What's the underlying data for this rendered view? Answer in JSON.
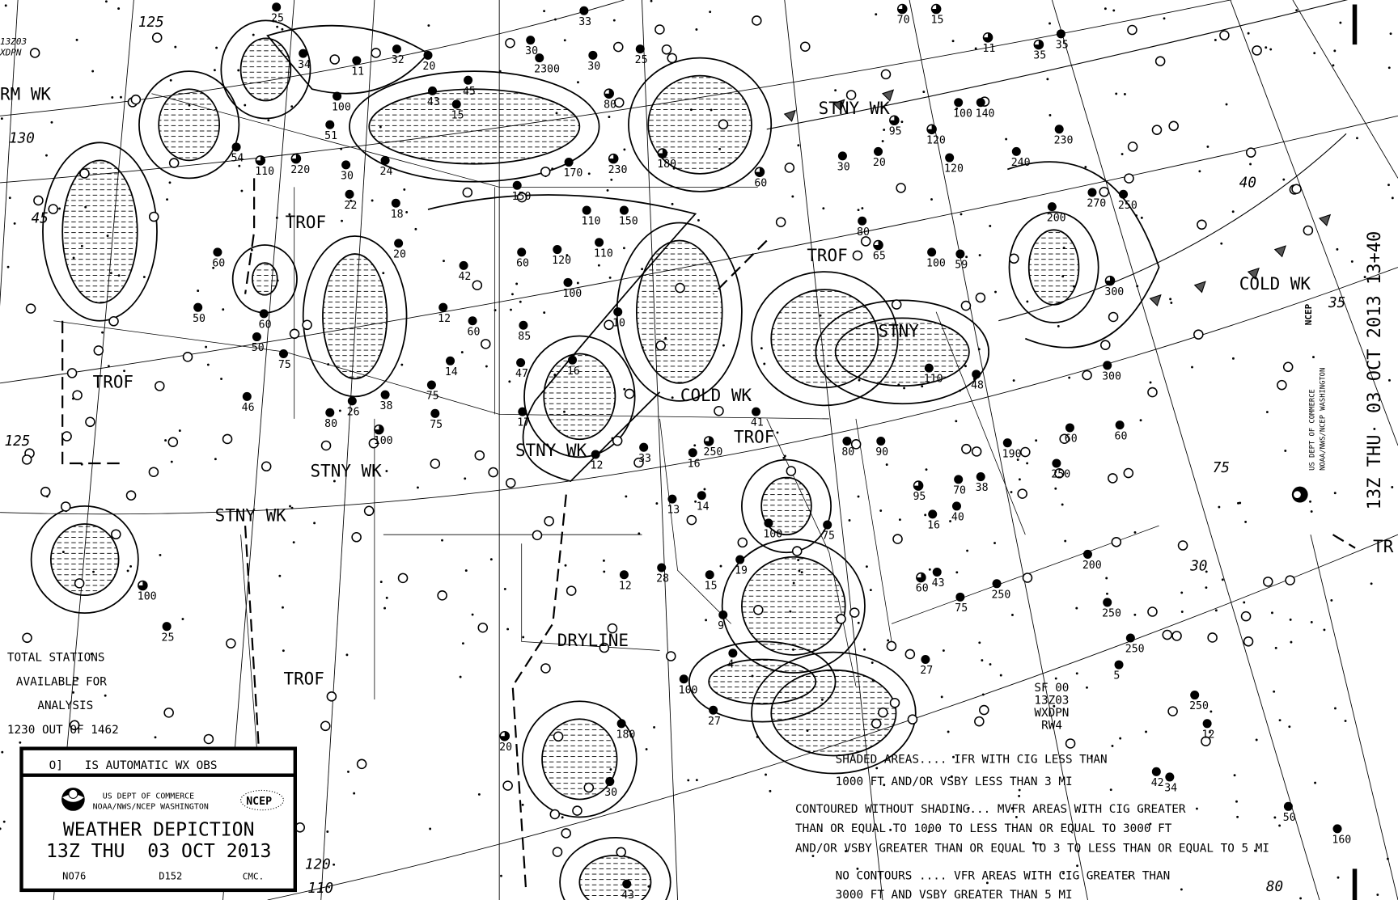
{
  "colors": {
    "ink": "#000000",
    "paper": "#ffffff"
  },
  "title_box": {
    "legend_symbol": "O]",
    "legend_text": "IS AUTOMATIC WX OBS",
    "agency_line1": "US DEPT OF COMMERCE",
    "agency_line2": "NOAA/NWS/NCEP WASHINGTON",
    "ncep_logo": "NCEP",
    "title": "WEATHER DEPICTION",
    "valid": "13Z THU  03 OCT 2013",
    "code_left": "NO76",
    "code_mid": "D152",
    "code_right": "CMC."
  },
  "stations_note": [
    "TOTAL STATIONS",
    "AVAILABLE FOR",
    "ANALYSIS",
    "1230 OUT OF 1462"
  ],
  "product_id": [
    "SF 00",
    "13Z03",
    "WXDPN",
    "RW4"
  ],
  "explanation": [
    "SHADED AREAS.... IFR WITH CIG LESS THAN",
    "1000 FT AND/OR VSBY LESS THAN 3 MI",
    "CONTOURED WITHOUT SHADING... MVFR AREAS WITH CIG GREATER",
    "THAN OR EQUAL TO 1000 TO LESS THAN OR EQUAL TO 3000 FT",
    "AND/OR VSBY GREATER THAN OR EQUAL TO 3 TO LESS THAN OR EQUAL TO 5 MI",
    "NO CONTOURS .... VFR AREAS WITH CIG GREATER THAN",
    "3000 FT AND VSBY GREATER THAN 5 MI"
  ],
  "side_stamp": {
    "valid": "13Z THU  03 OCT 2013 13+40",
    "agency_line1": "US DEPT OF COMMERCE",
    "agency_line2": "NOAA/NWS/NCEP WASHINGTON",
    "ncep_logo": "NCEP"
  },
  "front_labels": [
    "RM WK",
    "STNY WK",
    "TROF",
    "TROF",
    "TROF",
    "COLD WK",
    "STNY",
    "COLD WK",
    "TROF",
    "STNY WK",
    "STNY WK",
    "STNY WK",
    "DRYLINE",
    "TROF",
    "TR"
  ],
  "grid_labels": [
    "125",
    "130",
    "45",
    "125",
    "120",
    "110",
    "40",
    "35",
    "30",
    "75",
    "80",
    "13Z03",
    "XDPN"
  ],
  "stations": [
    {
      "value": "25",
      "cover": "overcast"
    },
    {
      "value": "33",
      "cover": "overcast"
    },
    {
      "value": "70",
      "cover": "broken"
    },
    {
      "value": "15",
      "cover": "broken"
    },
    {
      "value": "34",
      "cover": "overcast"
    },
    {
      "value": "11",
      "cover": "overcast"
    },
    {
      "value": "32",
      "cover": "overcast"
    },
    {
      "value": "20",
      "cover": "overcast"
    },
    {
      "value": "45",
      "cover": "overcast"
    },
    {
      "value": "30",
      "cover": "overcast"
    },
    {
      "value": "2300",
      "cover": "overcast"
    },
    {
      "value": "30",
      "cover": "overcast"
    },
    {
      "value": "25",
      "cover": "overcast"
    },
    {
      "value": "11",
      "cover": "broken"
    },
    {
      "value": "35",
      "cover": "broken"
    },
    {
      "value": "35",
      "cover": "overcast"
    },
    {
      "value": "100",
      "cover": "overcast"
    },
    {
      "value": "51",
      "cover": "overcast"
    },
    {
      "value": "43",
      "cover": "overcast"
    },
    {
      "value": "15",
      "cover": "overcast"
    },
    {
      "value": "80",
      "cover": "broken"
    },
    {
      "value": "100",
      "cover": "overcast"
    },
    {
      "value": "140",
      "cover": "overcast"
    },
    {
      "value": "95",
      "cover": "broken"
    },
    {
      "value": "120",
      "cover": "broken"
    },
    {
      "value": "230",
      "cover": "overcast"
    },
    {
      "value": "54",
      "cover": "overcast"
    },
    {
      "value": "110",
      "cover": "broken"
    },
    {
      "value": "220",
      "cover": "broken"
    },
    {
      "value": "30",
      "cover": "overcast"
    },
    {
      "value": "24",
      "cover": "overcast"
    },
    {
      "value": "170",
      "cover": "overcast"
    },
    {
      "value": "230",
      "cover": "broken"
    },
    {
      "value": "180",
      "cover": "broken"
    },
    {
      "value": "30",
      "cover": "overcast"
    },
    {
      "value": "20",
      "cover": "overcast"
    },
    {
      "value": "120",
      "cover": "overcast"
    },
    {
      "value": "240",
      "cover": "overcast"
    },
    {
      "value": "22",
      "cover": "overcast"
    },
    {
      "value": "18",
      "cover": "overcast"
    },
    {
      "value": "150",
      "cover": "overcast"
    },
    {
      "value": "110",
      "cover": "overcast"
    },
    {
      "value": "150",
      "cover": "overcast"
    },
    {
      "value": "60",
      "cover": "broken"
    },
    {
      "value": "270",
      "cover": "overcast"
    },
    {
      "value": "250",
      "cover": "overcast"
    },
    {
      "value": "200",
      "cover": "overcast"
    },
    {
      "value": "60",
      "cover": "overcast"
    },
    {
      "value": "20",
      "cover": "overcast"
    },
    {
      "value": "42",
      "cover": "overcast"
    },
    {
      "value": "60",
      "cover": "overcast"
    },
    {
      "value": "120",
      "cover": "overcast"
    },
    {
      "value": "110",
      "cover": "overcast"
    },
    {
      "value": "80",
      "cover": "overcast"
    },
    {
      "value": "65",
      "cover": "broken"
    },
    {
      "value": "100",
      "cover": "overcast"
    },
    {
      "value": "59",
      "cover": "overcast"
    },
    {
      "value": "300",
      "cover": "broken"
    },
    {
      "value": "50",
      "cover": "overcast"
    },
    {
      "value": "60",
      "cover": "overcast"
    },
    {
      "value": "50",
      "cover": "overcast"
    },
    {
      "value": "75",
      "cover": "overcast"
    },
    {
      "value": "85",
      "cover": "overcast"
    },
    {
      "value": "100",
      "cover": "overcast"
    },
    {
      "value": "10",
      "cover": "overcast"
    },
    {
      "value": "12",
      "cover": "overcast"
    },
    {
      "value": "60",
      "cover": "overcast"
    },
    {
      "value": "75",
      "cover": "overcast"
    },
    {
      "value": "14",
      "cover": "overcast"
    },
    {
      "value": "47",
      "cover": "overcast"
    },
    {
      "value": "16",
      "cover": "overcast"
    },
    {
      "value": "46",
      "cover": "overcast"
    },
    {
      "value": "26",
      "cover": "overcast"
    },
    {
      "value": "38",
      "cover": "overcast"
    },
    {
      "value": "75",
      "cover": "overcast"
    },
    {
      "value": "80",
      "cover": "overcast"
    },
    {
      "value": "100",
      "cover": "broken"
    },
    {
      "value": "17",
      "cover": "overcast"
    },
    {
      "value": "12",
      "cover": "overcast"
    },
    {
      "value": "33",
      "cover": "overcast"
    },
    {
      "value": "16",
      "cover": "overcast"
    },
    {
      "value": "250",
      "cover": "broken"
    },
    {
      "value": "41",
      "cover": "overcast"
    },
    {
      "value": "80",
      "cover": "overcast"
    },
    {
      "value": "90",
      "cover": "overcast"
    },
    {
      "value": "95",
      "cover": "broken"
    },
    {
      "value": "70",
      "cover": "overcast"
    },
    {
      "value": "38",
      "cover": "overcast"
    },
    {
      "value": "190",
      "cover": "overcast"
    },
    {
      "value": "250",
      "cover": "overcast"
    },
    {
      "value": "60",
      "cover": "overcast"
    },
    {
      "value": "60",
      "cover": "overcast"
    },
    {
      "value": "300",
      "cover": "overcast"
    },
    {
      "value": "110",
      "cover": "overcast"
    },
    {
      "value": "16",
      "cover": "overcast"
    },
    {
      "value": "13",
      "cover": "overcast"
    },
    {
      "value": "14",
      "cover": "overcast"
    },
    {
      "value": "100",
      "cover": "overcast"
    },
    {
      "value": "75",
      "cover": "overcast"
    },
    {
      "value": "40",
      "cover": "overcast"
    },
    {
      "value": "43",
      "cover": "overcast"
    },
    {
      "value": "60",
      "cover": "broken"
    },
    {
      "value": "75",
      "cover": "overcast"
    },
    {
      "value": "250",
      "cover": "overcast"
    },
    {
      "value": "200",
      "cover": "overcast"
    },
    {
      "value": "250",
      "cover": "overcast"
    },
    {
      "value": "250",
      "cover": "overcast"
    },
    {
      "value": "5",
      "cover": "overcast"
    },
    {
      "value": "12",
      "cover": "overcast"
    },
    {
      "value": "12",
      "cover": "overcast"
    },
    {
      "value": "28",
      "cover": "overcast"
    },
    {
      "value": "15",
      "cover": "overcast"
    },
    {
      "value": "19",
      "cover": "overcast"
    },
    {
      "value": "9",
      "cover": "overcast"
    },
    {
      "value": "4",
      "cover": "overcast"
    },
    {
      "value": "100",
      "cover": "overcast"
    },
    {
      "value": "27",
      "cover": "overcast"
    },
    {
      "value": "27",
      "cover": "overcast"
    },
    {
      "value": "100",
      "cover": "broken"
    },
    {
      "value": "25",
      "cover": "overcast"
    },
    {
      "value": "20",
      "cover": "broken"
    },
    {
      "value": "180",
      "cover": "overcast"
    },
    {
      "value": "30",
      "cover": "overcast"
    },
    {
      "value": "43",
      "cover": "overcast"
    },
    {
      "value": "250",
      "cover": "overcast"
    },
    {
      "value": "42",
      "cover": "overcast"
    },
    {
      "value": "160",
      "cover": "overcast"
    },
    {
      "value": "50",
      "cover": "overcast"
    },
    {
      "value": "34",
      "cover": "overcast"
    },
    {
      "value": "48",
      "cover": "overcast"
    }
  ]
}
